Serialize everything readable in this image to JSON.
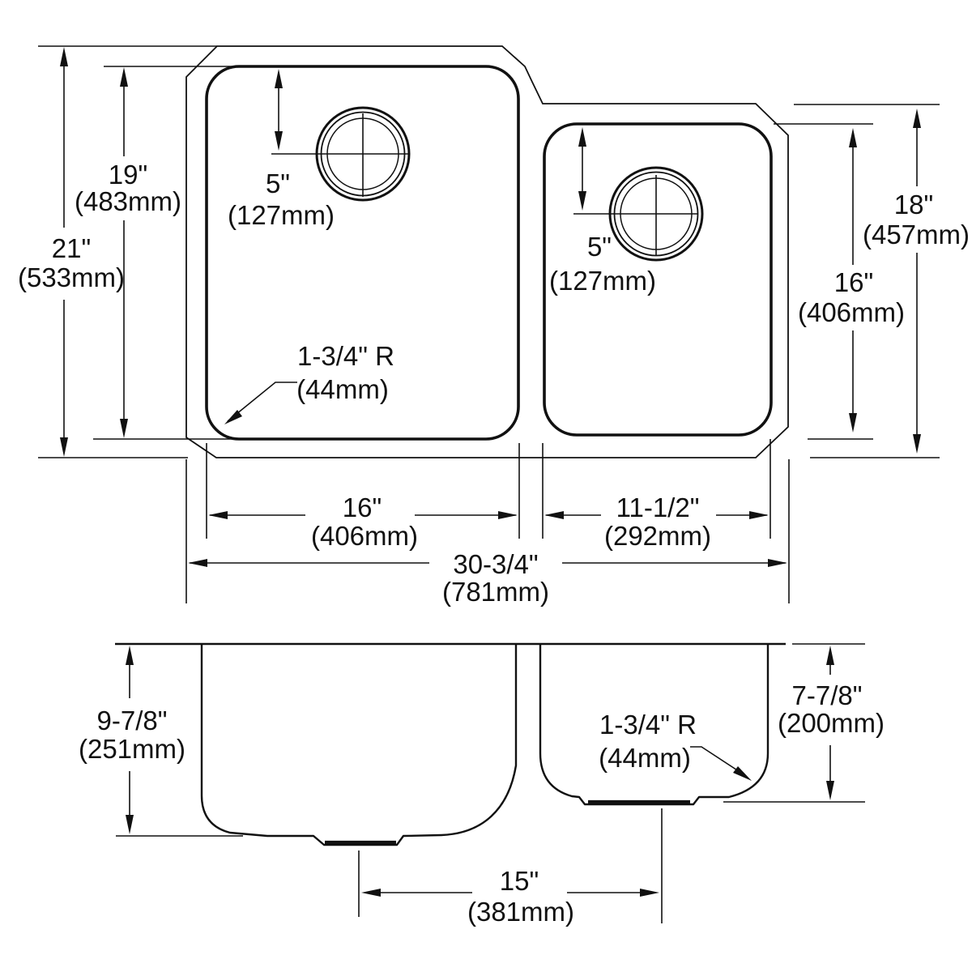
{
  "drawing": {
    "top_view": {
      "overall_front_to_back": {
        "in": "21\"",
        "mm": "(533mm)"
      },
      "left_bowl_front_to_back": {
        "in": "19\"",
        "mm": "(483mm)"
      },
      "left_drain_offset": {
        "in": "5\"",
        "mm": "(127mm)"
      },
      "right_drain_offset": {
        "in": "5\"",
        "mm": "(127mm)"
      },
      "corner_radius": {
        "in": "1-3/4\" R",
        "mm": "(44mm)"
      },
      "left_bowl_width": {
        "in": "16\"",
        "mm": "(406mm)"
      },
      "right_bowl_width": {
        "in": "11-1/2\"",
        "mm": "(292mm)"
      },
      "overall_width": {
        "in": "30-3/4\"",
        "mm": "(781mm)"
      },
      "right_bowl_front_to_back": {
        "in": "16\"",
        "mm": "(406mm)"
      },
      "right_overall_front_to_back": {
        "in": "18\"",
        "mm": "(457mm)"
      }
    },
    "front_view": {
      "left_bowl_depth": {
        "in": "9-7/8\"",
        "mm": "(251mm)"
      },
      "right_bowl_depth": {
        "in": "7-7/8\"",
        "mm": "(200mm)"
      },
      "drain_spacing": {
        "in": "15\"",
        "mm": "(381mm)"
      },
      "corner_radius": {
        "in": "1-3/4\" R",
        "mm": "(44mm)"
      }
    }
  }
}
